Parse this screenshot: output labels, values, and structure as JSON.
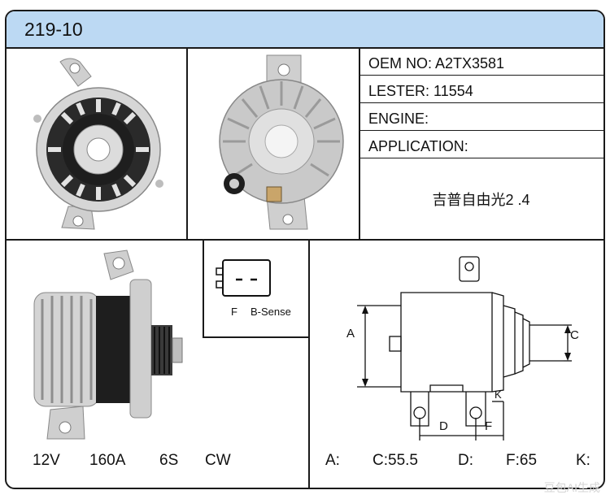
{
  "header": {
    "title": "219-10"
  },
  "specs": {
    "oem": "OEM NO: A2TX3581",
    "lester": "LESTER: 11554",
    "engine": "ENGINE:",
    "application": "APPLICATION:",
    "application_value": "吉普自由光2 .4"
  },
  "connector": {
    "pin_f": "F",
    "pin_b": "B-Sense"
  },
  "ratings": {
    "voltage": "12V",
    "amperage": "160A",
    "pulley": "6S",
    "rotation": "CW"
  },
  "dimensions_diagram": {
    "label_a": "A",
    "label_c": "C",
    "label_d": "D",
    "label_f": "F",
    "label_k": "K"
  },
  "dimensions": {
    "a": "A:",
    "c": "C:55.5",
    "d": "D:",
    "f": "F:65",
    "k": "K:"
  },
  "watermark": "豆包AI生成",
  "colors": {
    "header_bg": "#bcd9f3",
    "border": "#1a1a1a",
    "metal": "#cfcfcf",
    "dark": "#1e1e1e"
  }
}
